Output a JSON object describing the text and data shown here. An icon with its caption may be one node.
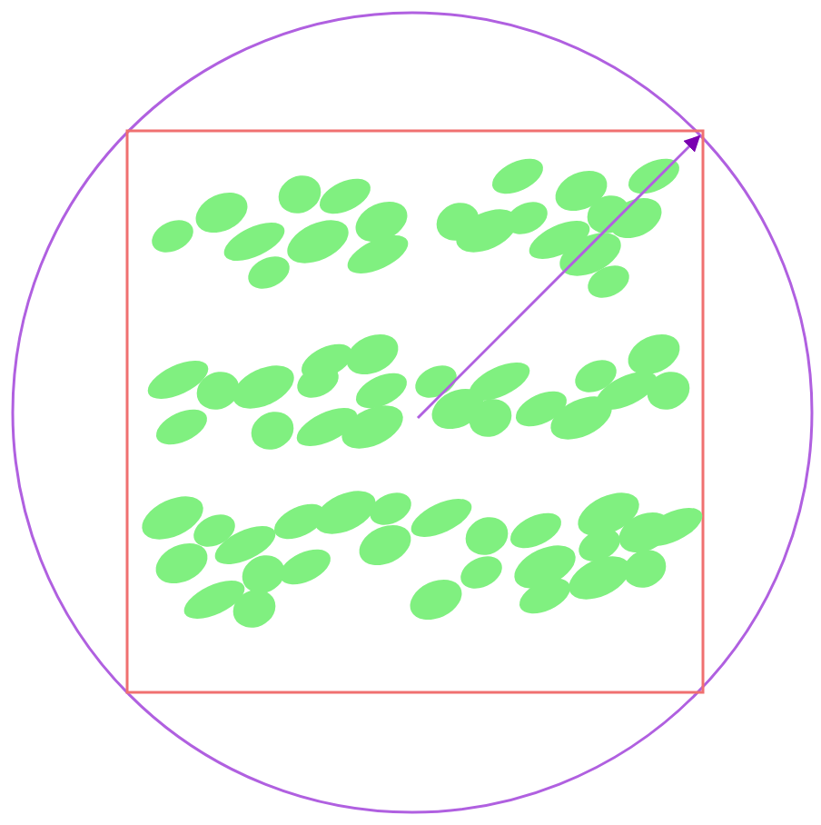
{
  "diagram": {
    "nodes": [
      {
        "text": [],
        "shape": "circle"
      },
      {
        "text": [],
        "shape": "box",
        "in": 0
      }
    ]
  }
}
